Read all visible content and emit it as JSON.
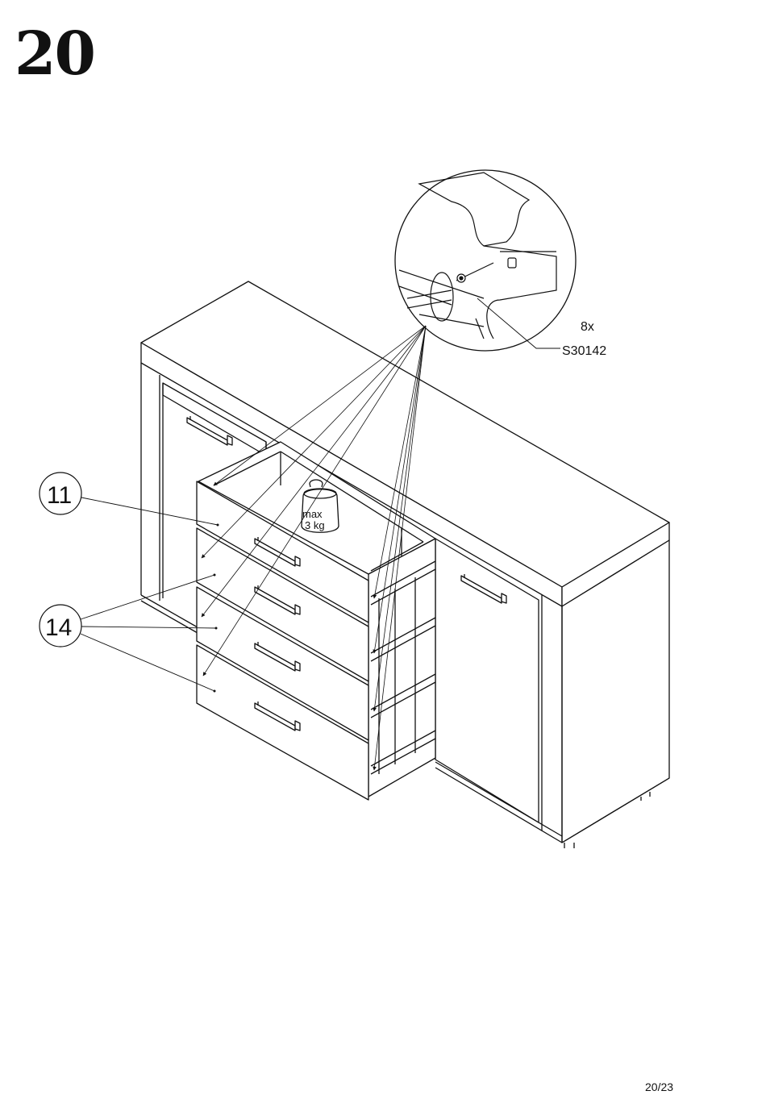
{
  "step": {
    "number": "20"
  },
  "callouts": {
    "part_11": "11",
    "part_14": "14"
  },
  "detail": {
    "quantity": "8x",
    "screw_code": "S30142"
  },
  "weight_tag": {
    "line1": "max",
    "line2": "3 kg"
  },
  "footer": {
    "page": "20/23"
  }
}
